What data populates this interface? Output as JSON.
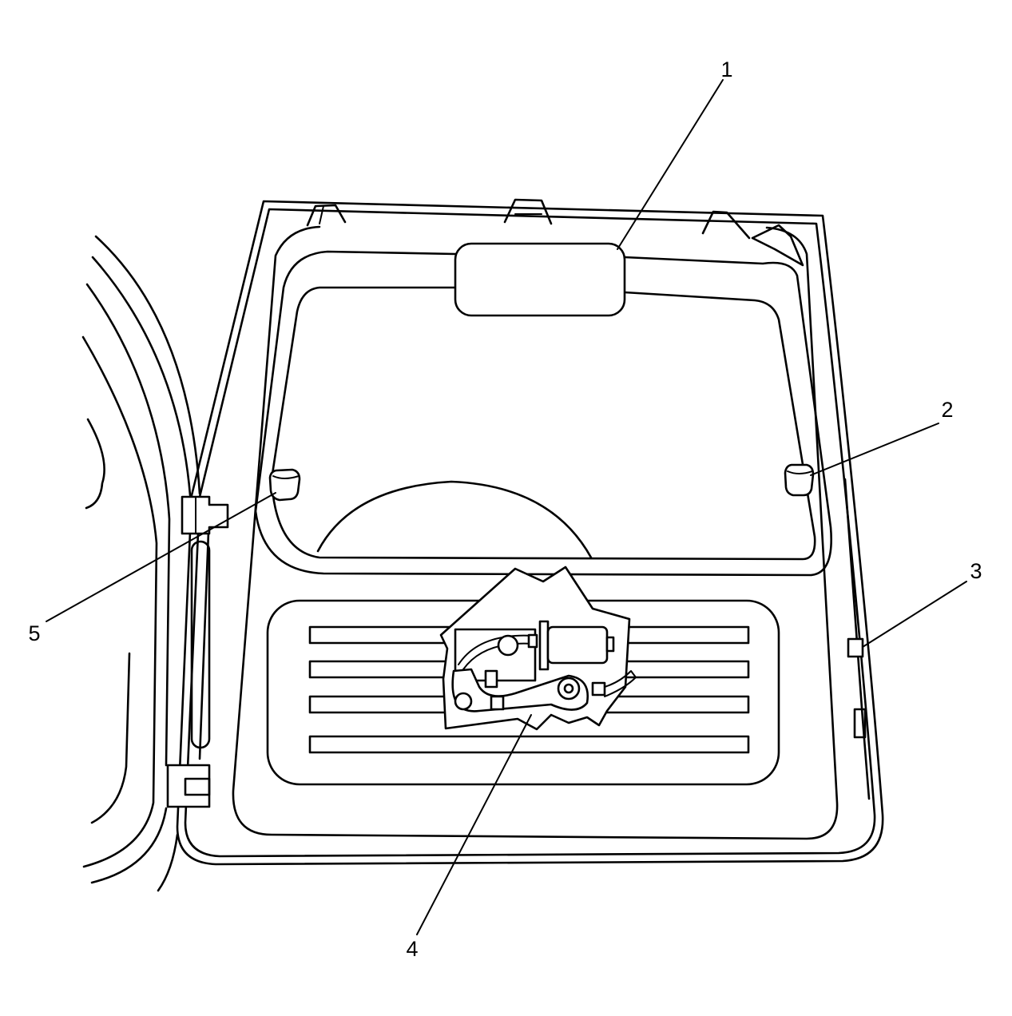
{
  "diagram": {
    "callouts": [
      {
        "label": "1"
      },
      {
        "label": "2"
      },
      {
        "label": "3"
      },
      {
        "label": "4"
      },
      {
        "label": "5"
      }
    ]
  },
  "colors": {
    "line": "#000000",
    "background": "#ffffff"
  }
}
